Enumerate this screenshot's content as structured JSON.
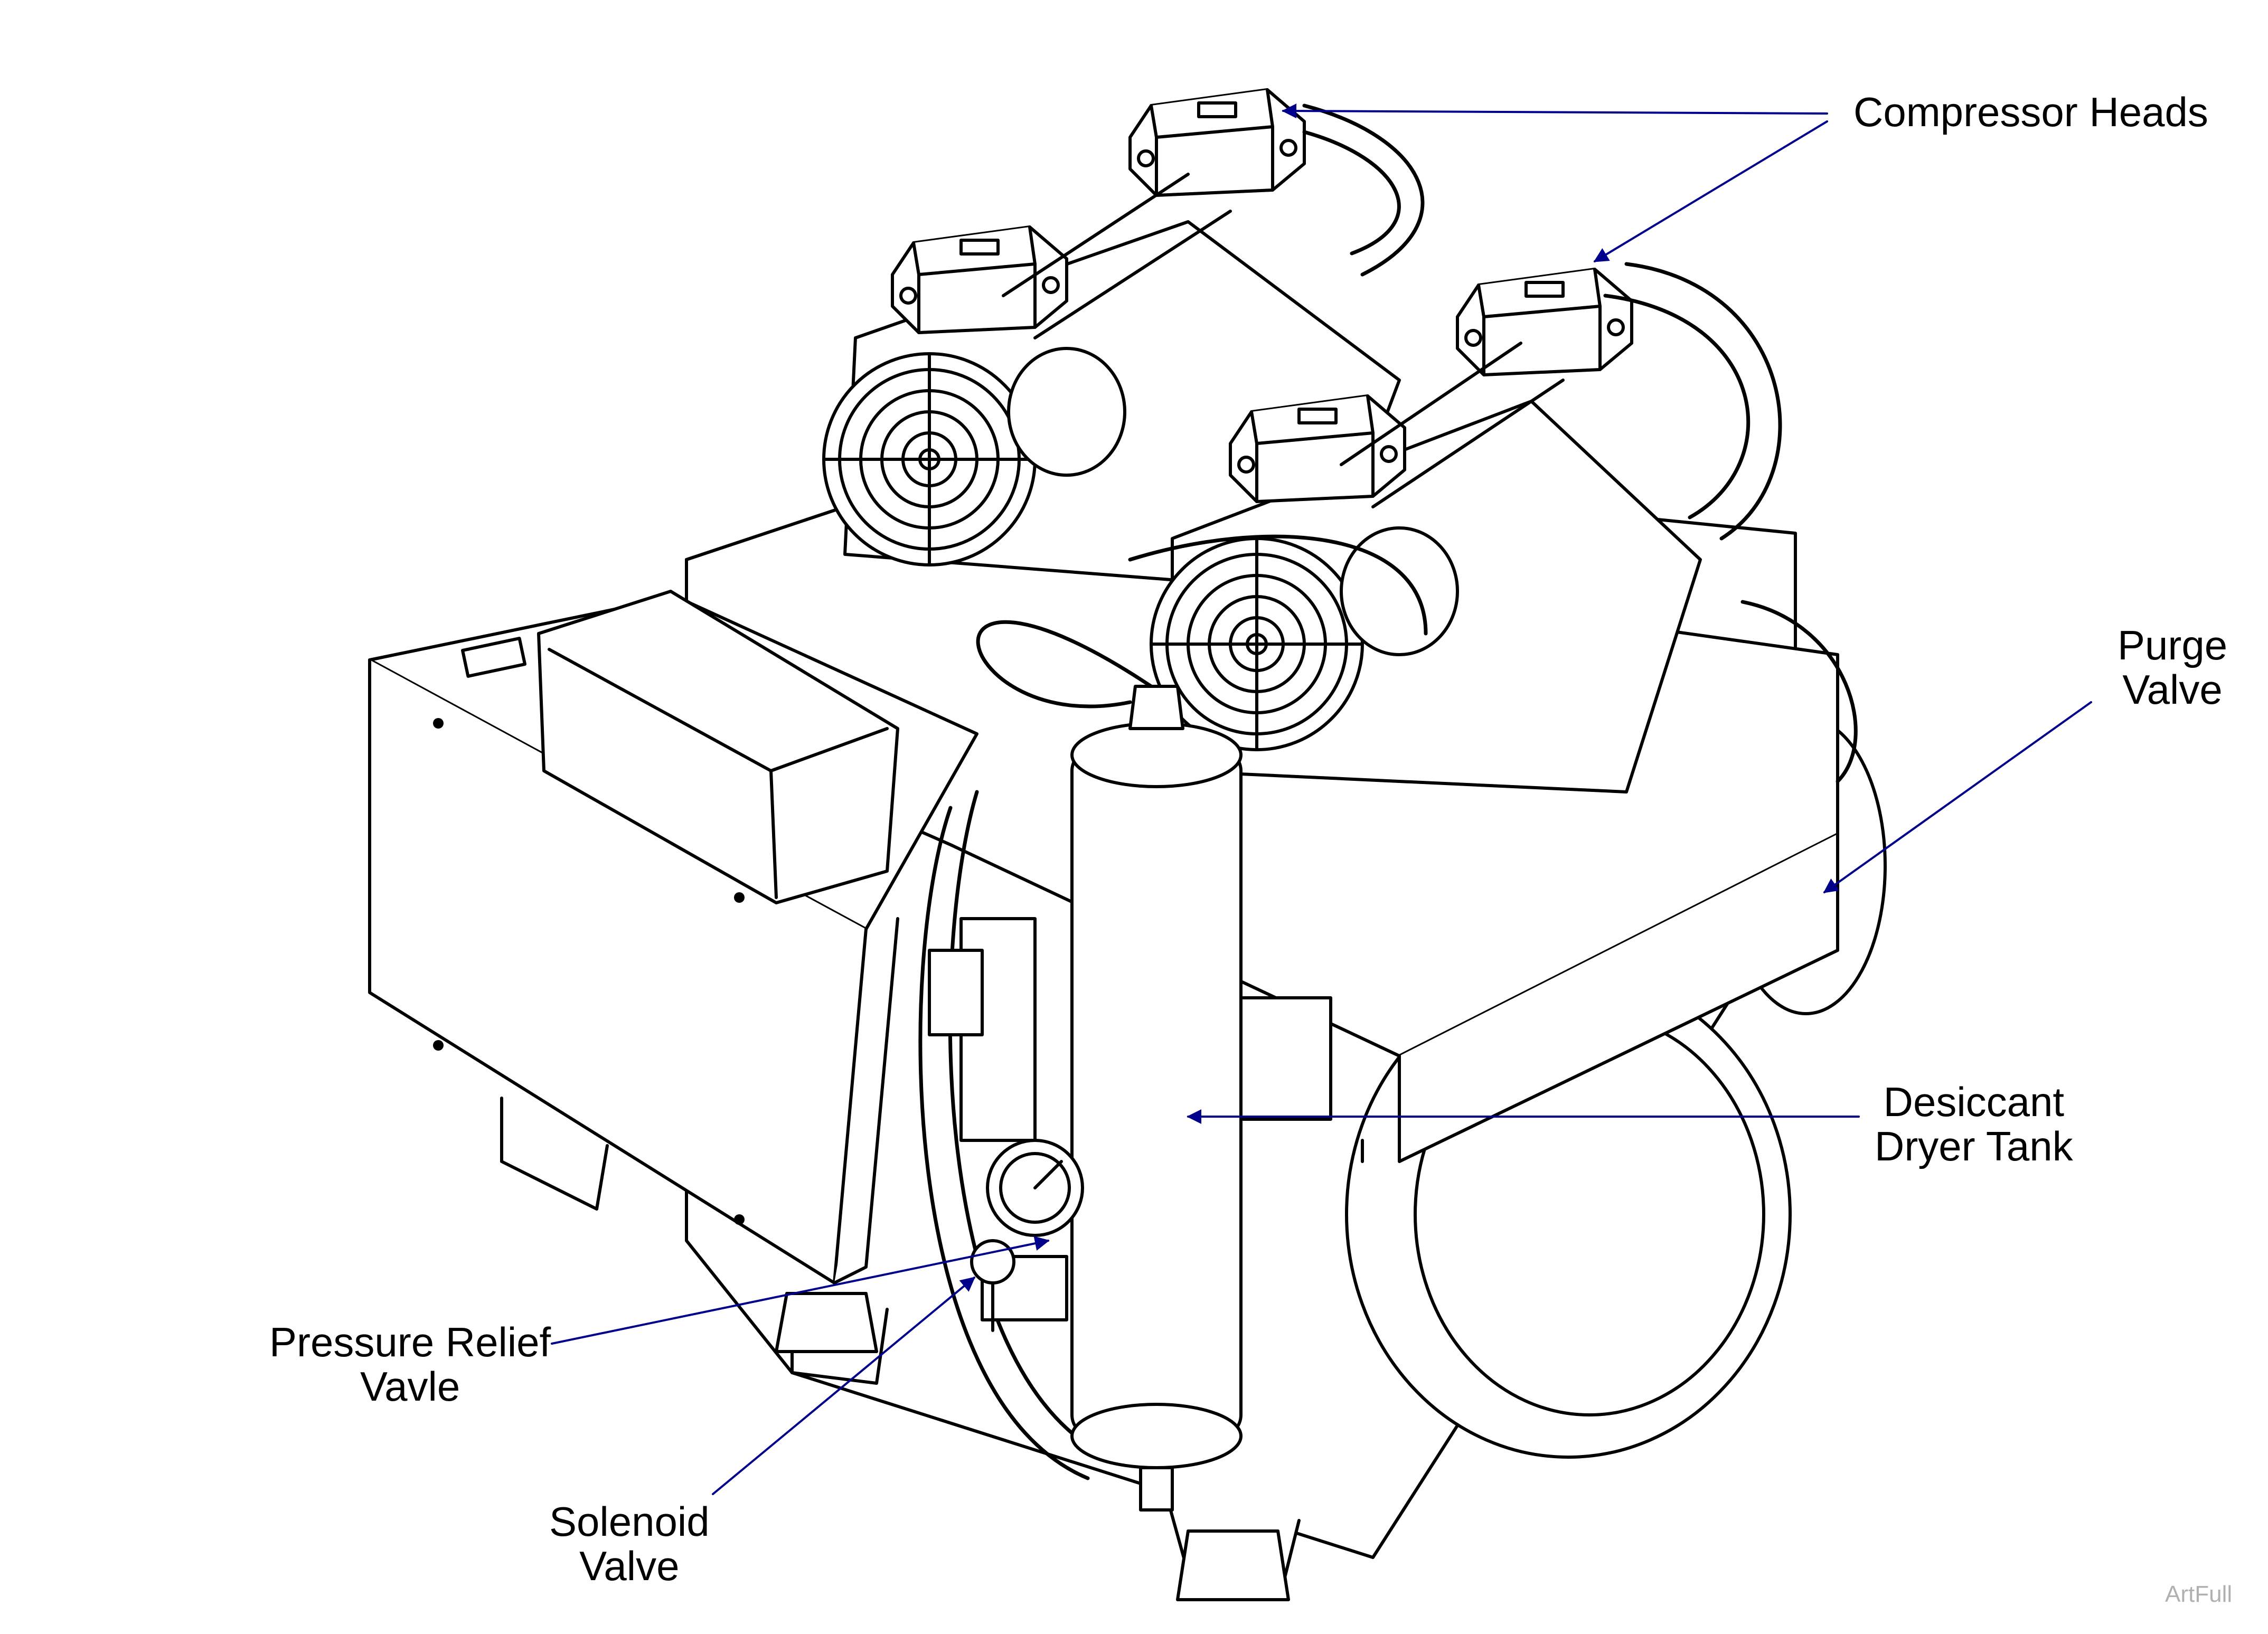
{
  "callouts": {
    "compressor_heads": "Compressor Heads",
    "purge_valve": [
      "Purge",
      "Valve"
    ],
    "desiccant_dryer_tank": [
      "Desiccant",
      "Dryer Tank"
    ],
    "pressure_relief_valve": [
      "Pressure Relief",
      "Vavle"
    ],
    "solenoid_valve": [
      "Solenoid",
      "Valve"
    ]
  },
  "credit": "ArtFull",
  "colors": {
    "line": "#000000",
    "leader": "#00008b",
    "credit": "#b0b0b0"
  }
}
